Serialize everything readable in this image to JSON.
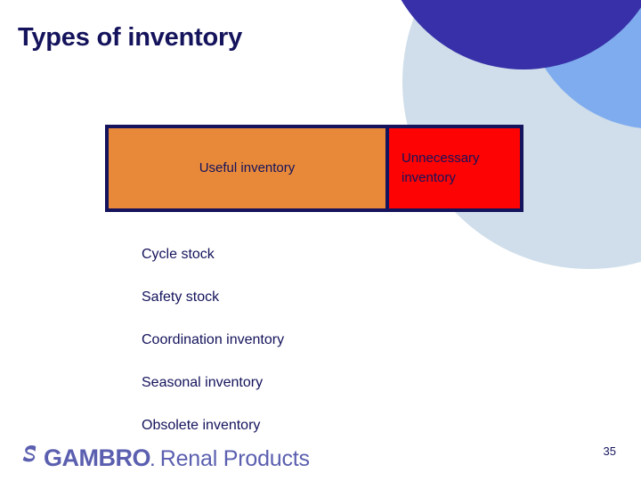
{
  "slide": {
    "title": "Types of inventory",
    "page_number": "35"
  },
  "colors": {
    "title_navy": "#14135c",
    "useful_orange": "#e8893a",
    "unnecessary_red": "#fd0303",
    "border_navy": "#14135c",
    "deco_dark_blue": "#3730a8",
    "deco_light_blue": "#7facee",
    "deco_pale_blue": "#cfdeea",
    "logo_purple": "#5b5faf"
  },
  "inventory_bar": {
    "cells": [
      {
        "label": "Useful inventory",
        "fill": "#e8893a",
        "align": "center"
      },
      {
        "label": "Unnecessary\ninventory",
        "line1": "Unnecessary",
        "line2": "inventory",
        "fill": "#fd0303",
        "align": "left"
      }
    ]
  },
  "list": {
    "items": [
      {
        "label": "Cycle stock"
      },
      {
        "label": "Safety stock"
      },
      {
        "label": "Coordination inventory"
      },
      {
        "label": "Seasonal inventory"
      },
      {
        "label": "Obsolete inventory"
      }
    ]
  },
  "footer": {
    "logo_mark": "gambro-swoosh-icon",
    "brand": "GAMBRO",
    "brand_dot": ".",
    "brand_sub": "Renal Products"
  }
}
